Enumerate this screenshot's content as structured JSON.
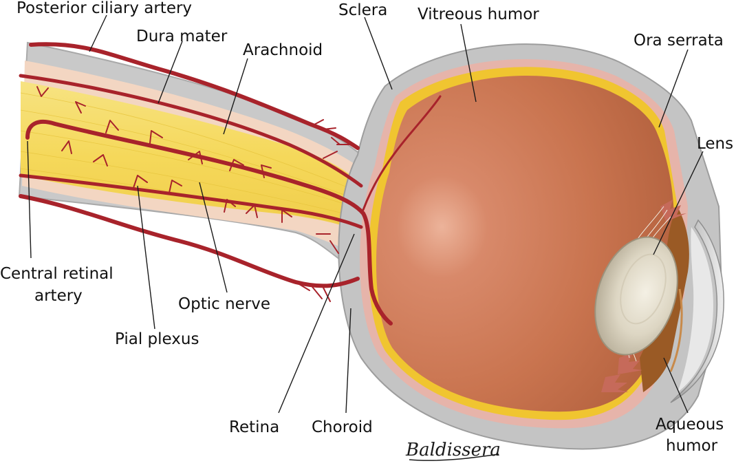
{
  "colors": {
    "vitreous": "#c9744f",
    "sclera": "#c8c8c8",
    "nerve": "#f5dd6a",
    "sheath": "#f3d6c2",
    "vessel": "#a8232b",
    "retina": "#f0c530",
    "lens": "#e2dccb",
    "iris": "#9a5a25"
  },
  "labels": {
    "posterior_ciliary_artery": "Posterior ciliary artery",
    "dura_mater": "Dura mater",
    "arachnoid": "Arachnoid",
    "sclera": "Sclera",
    "vitreous_humor": "Vitreous humor",
    "ora_serrata": "Ora serrata",
    "lens": "Lens",
    "central_retinal_artery_line1": "Central retinal",
    "central_retinal_artery_line2": "artery",
    "optic_nerve": "Optic nerve",
    "pial_plexus": "Pial plexus",
    "retina": "Retina",
    "choroid": "Choroid",
    "aqueous_humor_line1": "Aqueous",
    "aqueous_humor_line2": "humor"
  },
  "signature": "Baldissera"
}
